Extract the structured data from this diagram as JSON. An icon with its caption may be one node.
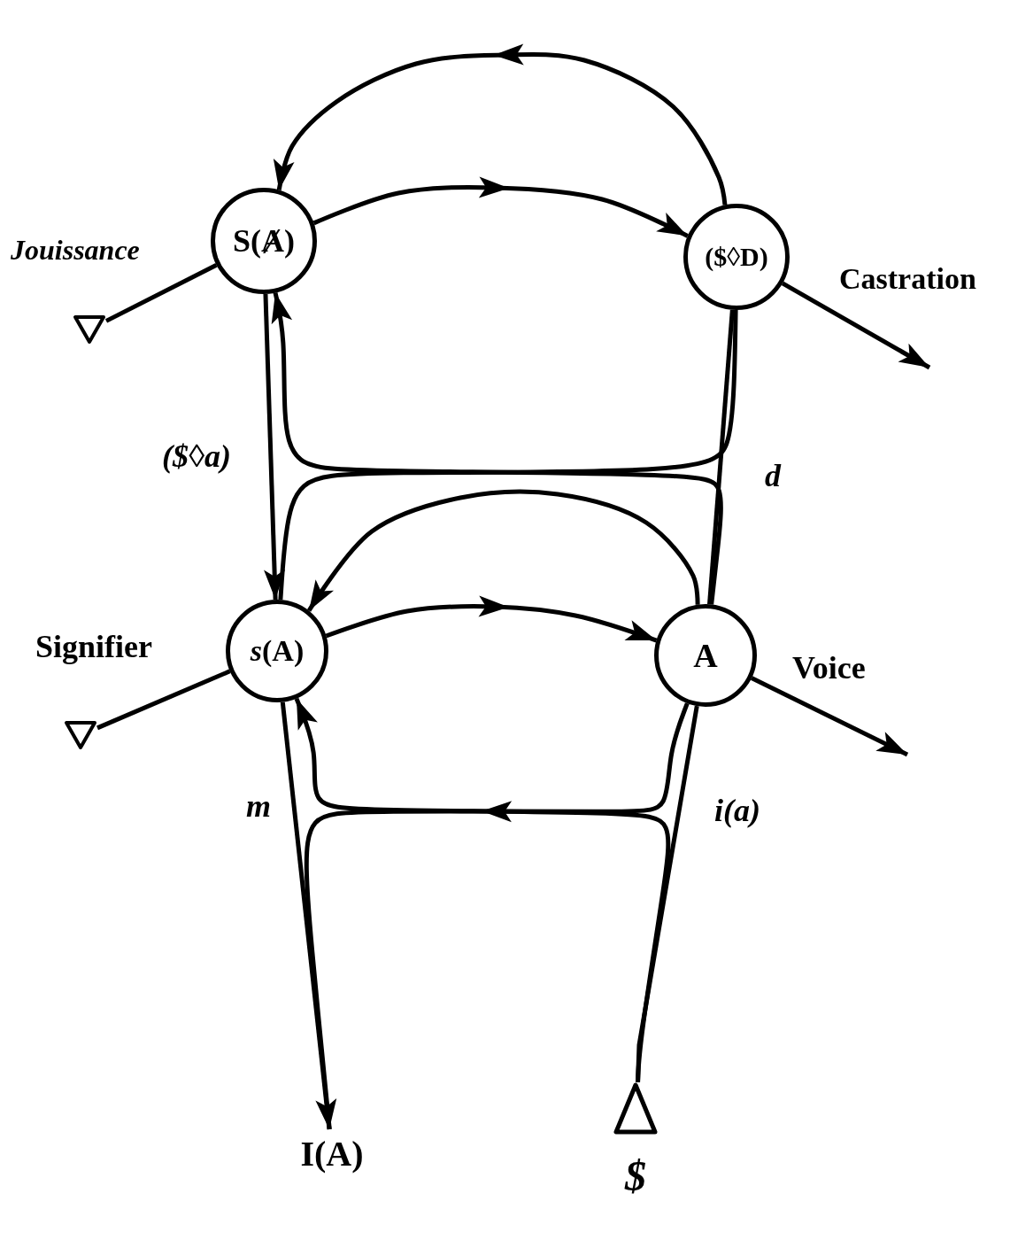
{
  "diagram": {
    "nodes": [
      {
        "text": [
          "S(Ⱥ)"
        ]
      },
      {
        "text": [
          "($◊D)"
        ]
      },
      {
        "text": [
          "*s*(A)"
        ]
      },
      {
        "text": [
          "A"
        ]
      },
      {
        "text": [
          "I(A)"
        ]
      },
      {
        "text": [
          "$"
        ]
      },
      {
        "text": [],
        "shape": "triangle"
      },
      {
        "text": [],
        "shape": "triangle"
      }
    ],
    "edges": [
      {
        "from": 1,
        "to": 0,
        "arrow": "to"
      },
      {
        "from": 0,
        "to": 1,
        "arrow": "to"
      },
      {
        "from": 6,
        "to": 0,
        "arrow": "none"
      },
      {
        "from": 1,
        "to": null,
        "arrow": "to"
      },
      {
        "from": 2,
        "to": 3,
        "arrow": "to"
      },
      {
        "from": 3,
        "to": 2,
        "arrow": "to"
      },
      {
        "from": 7,
        "to": 2,
        "arrow": "none"
      },
      {
        "from": 3,
        "to": null,
        "arrow": "to"
      },
      {
        "from": 0,
        "to": 2,
        "arrow": "to",
        "label": "($◊a)"
      },
      {
        "from": 3,
        "to": 1,
        "arrow": "none",
        "label": "d"
      },
      {
        "from": 3,
        "to": 0,
        "arrow": "to"
      },
      {
        "from": 1,
        "to": 2,
        "arrow": "none"
      },
      {
        "from": 2,
        "to": 4,
        "arrow": "to",
        "label": "m"
      },
      {
        "from": 5,
        "to": 3,
        "arrow": "none",
        "label": "i(a)"
      },
      {
        "from": 5,
        "to": 2,
        "arrow": "to"
      },
      {
        "from": 3,
        "to": 4,
        "arrow": "none"
      }
    ],
    "labels": [
      "Jouissance",
      "Castration",
      "Signifier",
      "Voice"
    ]
  }
}
